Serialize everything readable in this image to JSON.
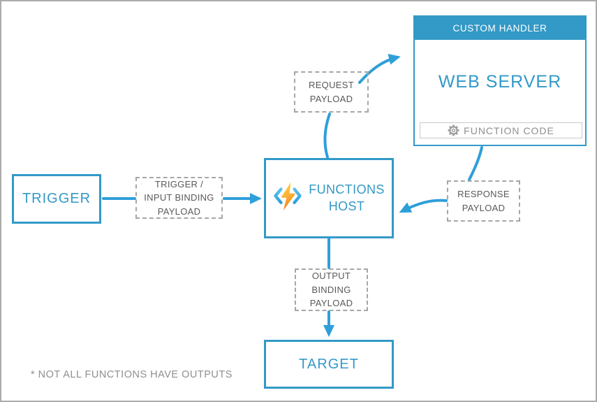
{
  "custom_handler": {
    "header": "CUSTOM HANDLER",
    "title": "WEB SERVER",
    "function_code_label": "FUNCTION CODE",
    "function_code_icon": "gear-icon"
  },
  "functions_host": {
    "lines": [
      "FUNCTIONS",
      "HOST"
    ],
    "icon": "azure-functions-bolt-icon"
  },
  "trigger": {
    "label": "TRIGGER"
  },
  "target": {
    "label": "TARGET"
  },
  "payloads": {
    "request": {
      "lines": [
        "REQUEST",
        "PAYLOAD"
      ]
    },
    "trigger_input_binding": {
      "lines": [
        "TRIGGER /",
        "INPUT BINDING",
        "PAYLOAD"
      ]
    },
    "response": {
      "lines": [
        "RESPONSE",
        "PAYLOAD"
      ]
    },
    "output_binding": {
      "lines": [
        "OUTPUT",
        "BINDING",
        "PAYLOAD"
      ]
    }
  },
  "footnote": "* NOT ALL FUNCTIONS HAVE OUTPUTS",
  "colors": {
    "accent_blue": "#3399C7",
    "arrow_blue": "#2E9FD9",
    "dashed_gray": "#A6A6A6",
    "label_gray": "#595959",
    "muted_gray": "#8F8F8F",
    "frame_gray": "#ABABAB",
    "code_border": "#C9C9C9",
    "code_text": "#8F8F8F"
  }
}
